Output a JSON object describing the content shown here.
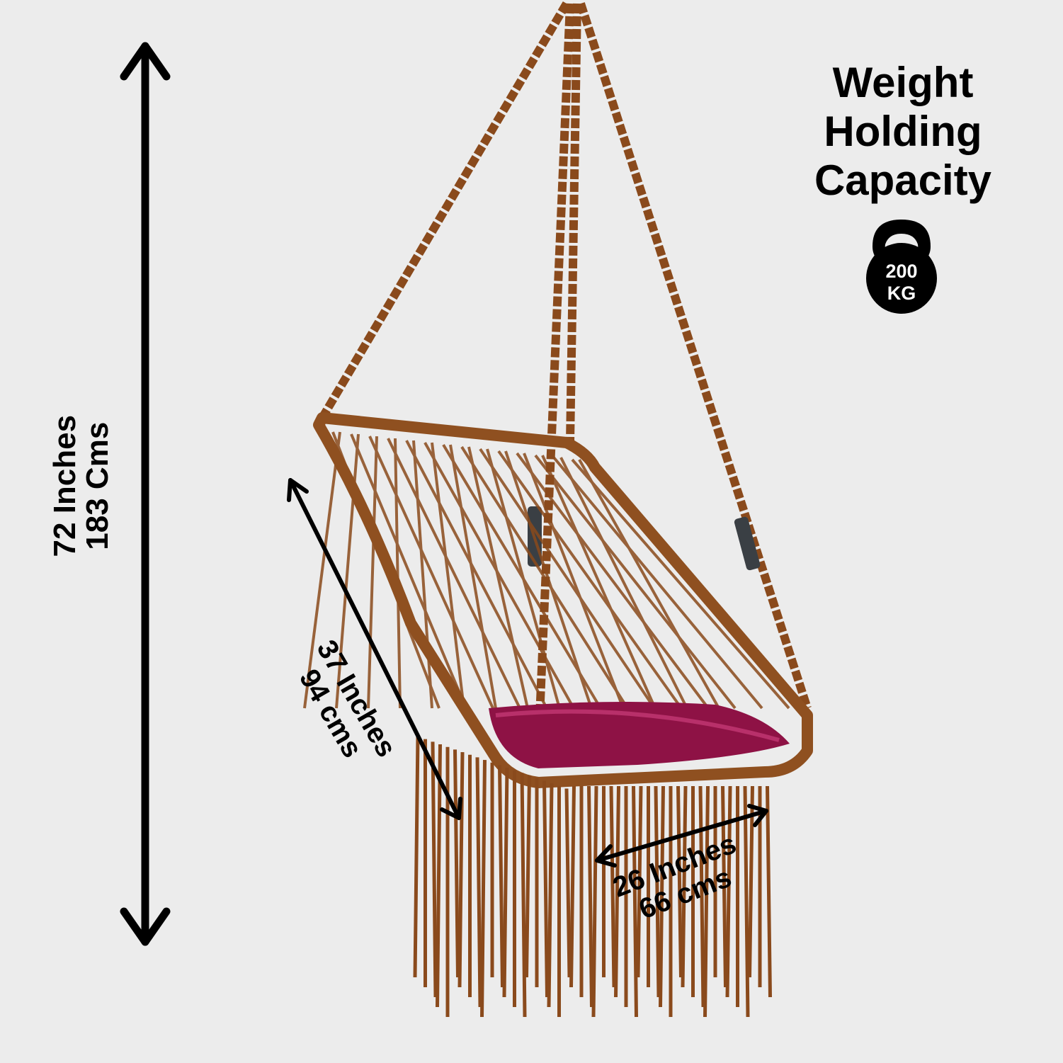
{
  "title": {
    "line1": "Weight",
    "line2": "Holding",
    "line3": "Capacity"
  },
  "capacity": {
    "value": "200",
    "unit": "KG"
  },
  "dimensions": {
    "height": {
      "inches": "72 Inches",
      "cms": "183 Cms"
    },
    "depth": {
      "inches": "37 Inches",
      "cms": "94 cms"
    },
    "width": {
      "inches": "26 Inches",
      "cms": "66 cms"
    }
  },
  "colors": {
    "background": "#ececec",
    "rope": "#8a4a1c",
    "cushion": "#8e1245",
    "ink": "#000000"
  }
}
